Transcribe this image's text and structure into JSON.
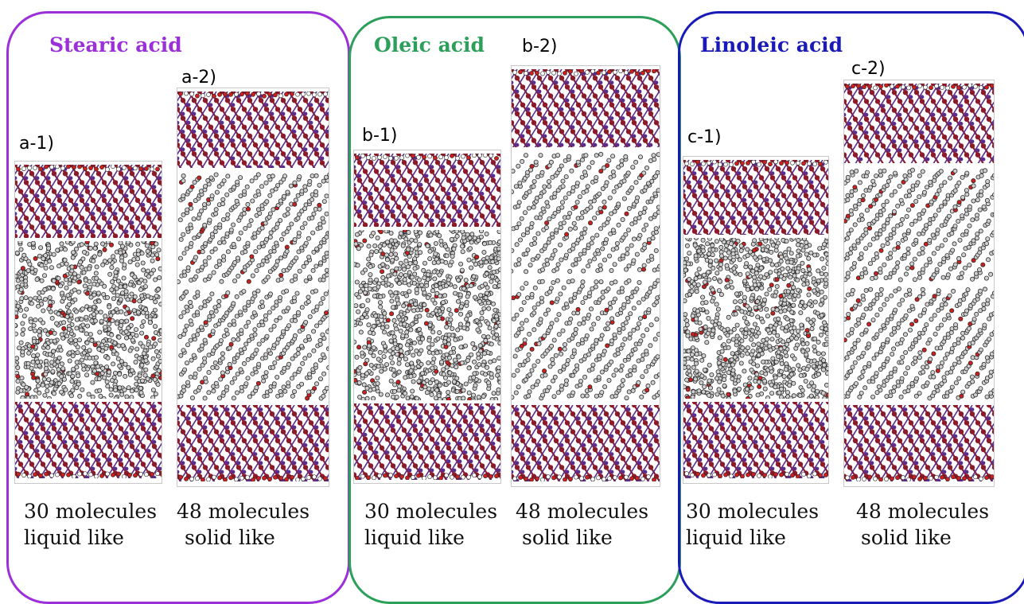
{
  "groups": [
    {
      "title": "Stearic acid",
      "color": "#9b30d9"
    },
    {
      "title": "Oleic acid",
      "color": "#2ca05a"
    },
    {
      "title": "Linoleic acid",
      "color": "#1a1ab8"
    }
  ],
  "panels": [
    {
      "label": "a-1)",
      "line1": "30 molecules",
      "line2": "liquid like",
      "state": "liquid"
    },
    {
      "label": "a-2)",
      "line1": "48 molecules",
      "line2": "solid like",
      "state": "solid"
    },
    {
      "label": "b-1)",
      "line1": "30 molecules",
      "line2": "liquid like",
      "state": "liquid"
    },
    {
      "label": "b-2)",
      "line1": "48 molecules",
      "line2": "solid like",
      "state": "solid"
    },
    {
      "label": "c-1)",
      "line1": "30 molecules",
      "line2": "liquid like",
      "state": "liquid"
    },
    {
      "label": "c-2)",
      "line1": "48 molecules",
      "line2": "solid like",
      "state": "solid"
    }
  ],
  "colors": {
    "oxide": "#8b1a2b",
    "metal": "#5a2d8c",
    "oxygen": "#cc2020",
    "carbon": "#3a3a3a"
  }
}
